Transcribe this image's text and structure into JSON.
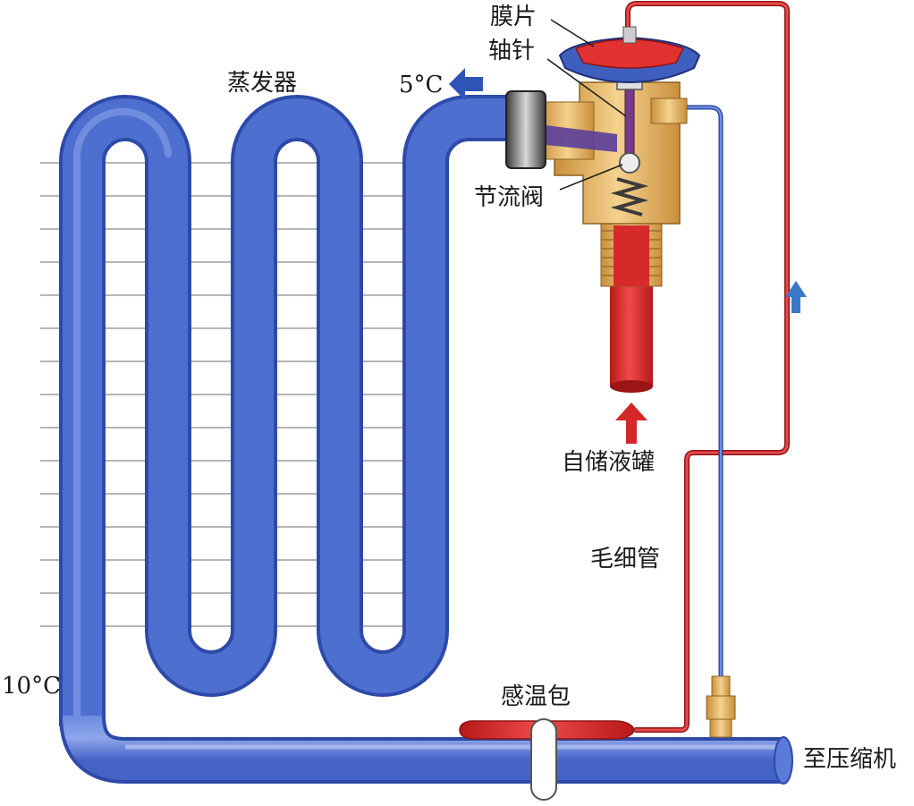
{
  "labels": {
    "diaphragm": "膜片",
    "spindle": "轴针",
    "evaporator": "蒸发器",
    "outlet_temp": "5°C",
    "throttle_valve": "节流阀",
    "from_receiver": "自储液罐",
    "capillary": "毛细管",
    "inlet_temp": "10°C",
    "sensing_bulb": "感温包",
    "to_compressor": "至压缩机"
  },
  "colors": {
    "evaporator_tube": "#4d6fd0",
    "evaporator_tube_light": "#8ea6ea",
    "liquid_line": "#d42828",
    "capillary": "#3f64c4",
    "valve_body": "#e7b465",
    "fins": "#8a8a8a",
    "arrow_blue": "#2f55b8",
    "arrow_red": "#d42828"
  },
  "icons": {
    "outlet_arrow": "left-arrow-icon",
    "inlet_arrow": "up-arrow-icon",
    "flow_arrow": "up-arrow-icon"
  }
}
